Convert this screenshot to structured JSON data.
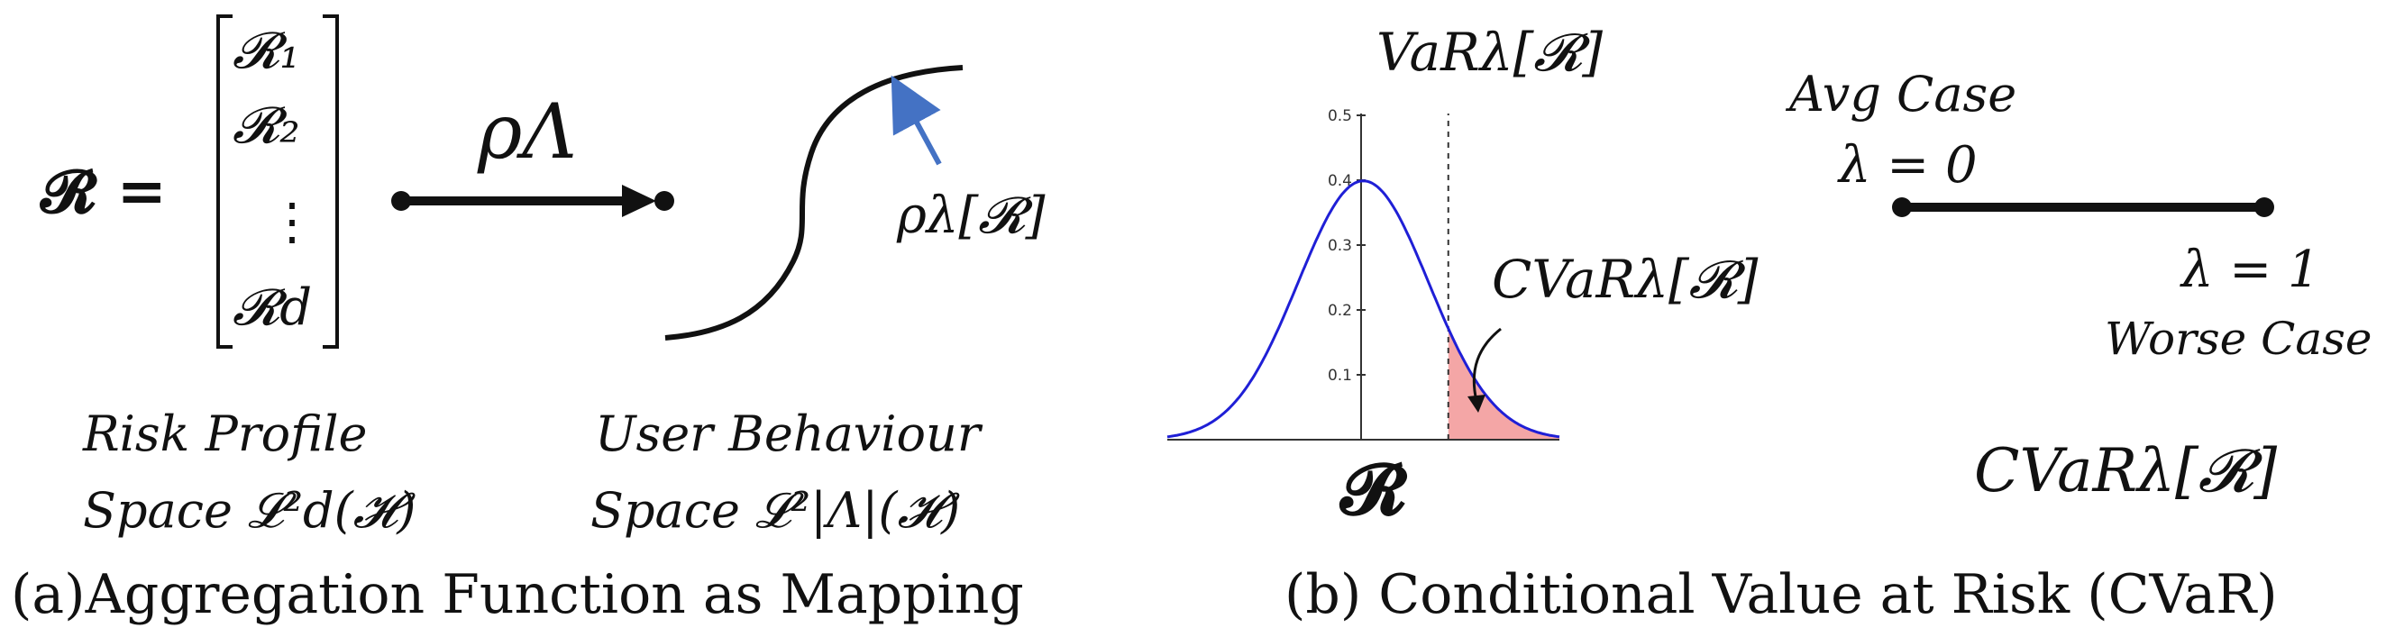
{
  "panel_a": {
    "vector_lhs": "𝓡 =",
    "vector_entries": [
      "𝓡₁",
      "𝓡₂",
      "⋮",
      "𝓡d"
    ],
    "mapping_label": "ρΛ",
    "curve_label": "ρλ[𝓡]",
    "left_space": {
      "line1": "Risk Profile",
      "line2": "Space 𝓛²d(𝓗)"
    },
    "right_space": {
      "line1": "User Behaviour",
      "line2": "Space 𝓛²|Λ|(𝓗)"
    },
    "caption": "(a)Aggregation Function as Mapping"
  },
  "panel_b": {
    "var_label": "VaRλ[𝓡]",
    "cvar_label": "CVaRλ[𝓡]",
    "x_label": "𝓡",
    "avg_case": {
      "line1": "Avg Case",
      "line2": "λ = 0"
    },
    "worse_case": {
      "line1": "λ = 1",
      "line2": "Worse Case"
    },
    "bottom_label": "CVaRλ[𝓡]",
    "caption": "(b) Conditional Value at Risk (CVaR)",
    "colors": {
      "curve": "#1f1fd6",
      "tail_fill": "#f4a6a6",
      "arrow": "#4472c4"
    }
  },
  "chart_data": {
    "type": "area",
    "title": "",
    "xlabel": "𝓡",
    "ylabel": "",
    "function": "standard normal density",
    "x_range": [
      -3,
      3
    ],
    "ylim": [
      0,
      0.5
    ],
    "y_ticks": [
      "0.1",
      "0.2",
      "0.3",
      "0.4",
      "0.5"
    ],
    "var_threshold_x": 1.3,
    "shaded_region": "x > VaR (right tail)",
    "series": [
      {
        "x": [
          -3,
          -2.5,
          -2,
          -1.5,
          -1,
          -0.5,
          0,
          0.5,
          1,
          1.3,
          1.5,
          2,
          2.5,
          3
        ],
        "values": [
          0.004,
          0.018,
          0.054,
          0.13,
          0.242,
          0.352,
          0.399,
          0.352,
          0.242,
          0.171,
          0.13,
          0.054,
          0.018,
          0.004
        ]
      }
    ]
  }
}
